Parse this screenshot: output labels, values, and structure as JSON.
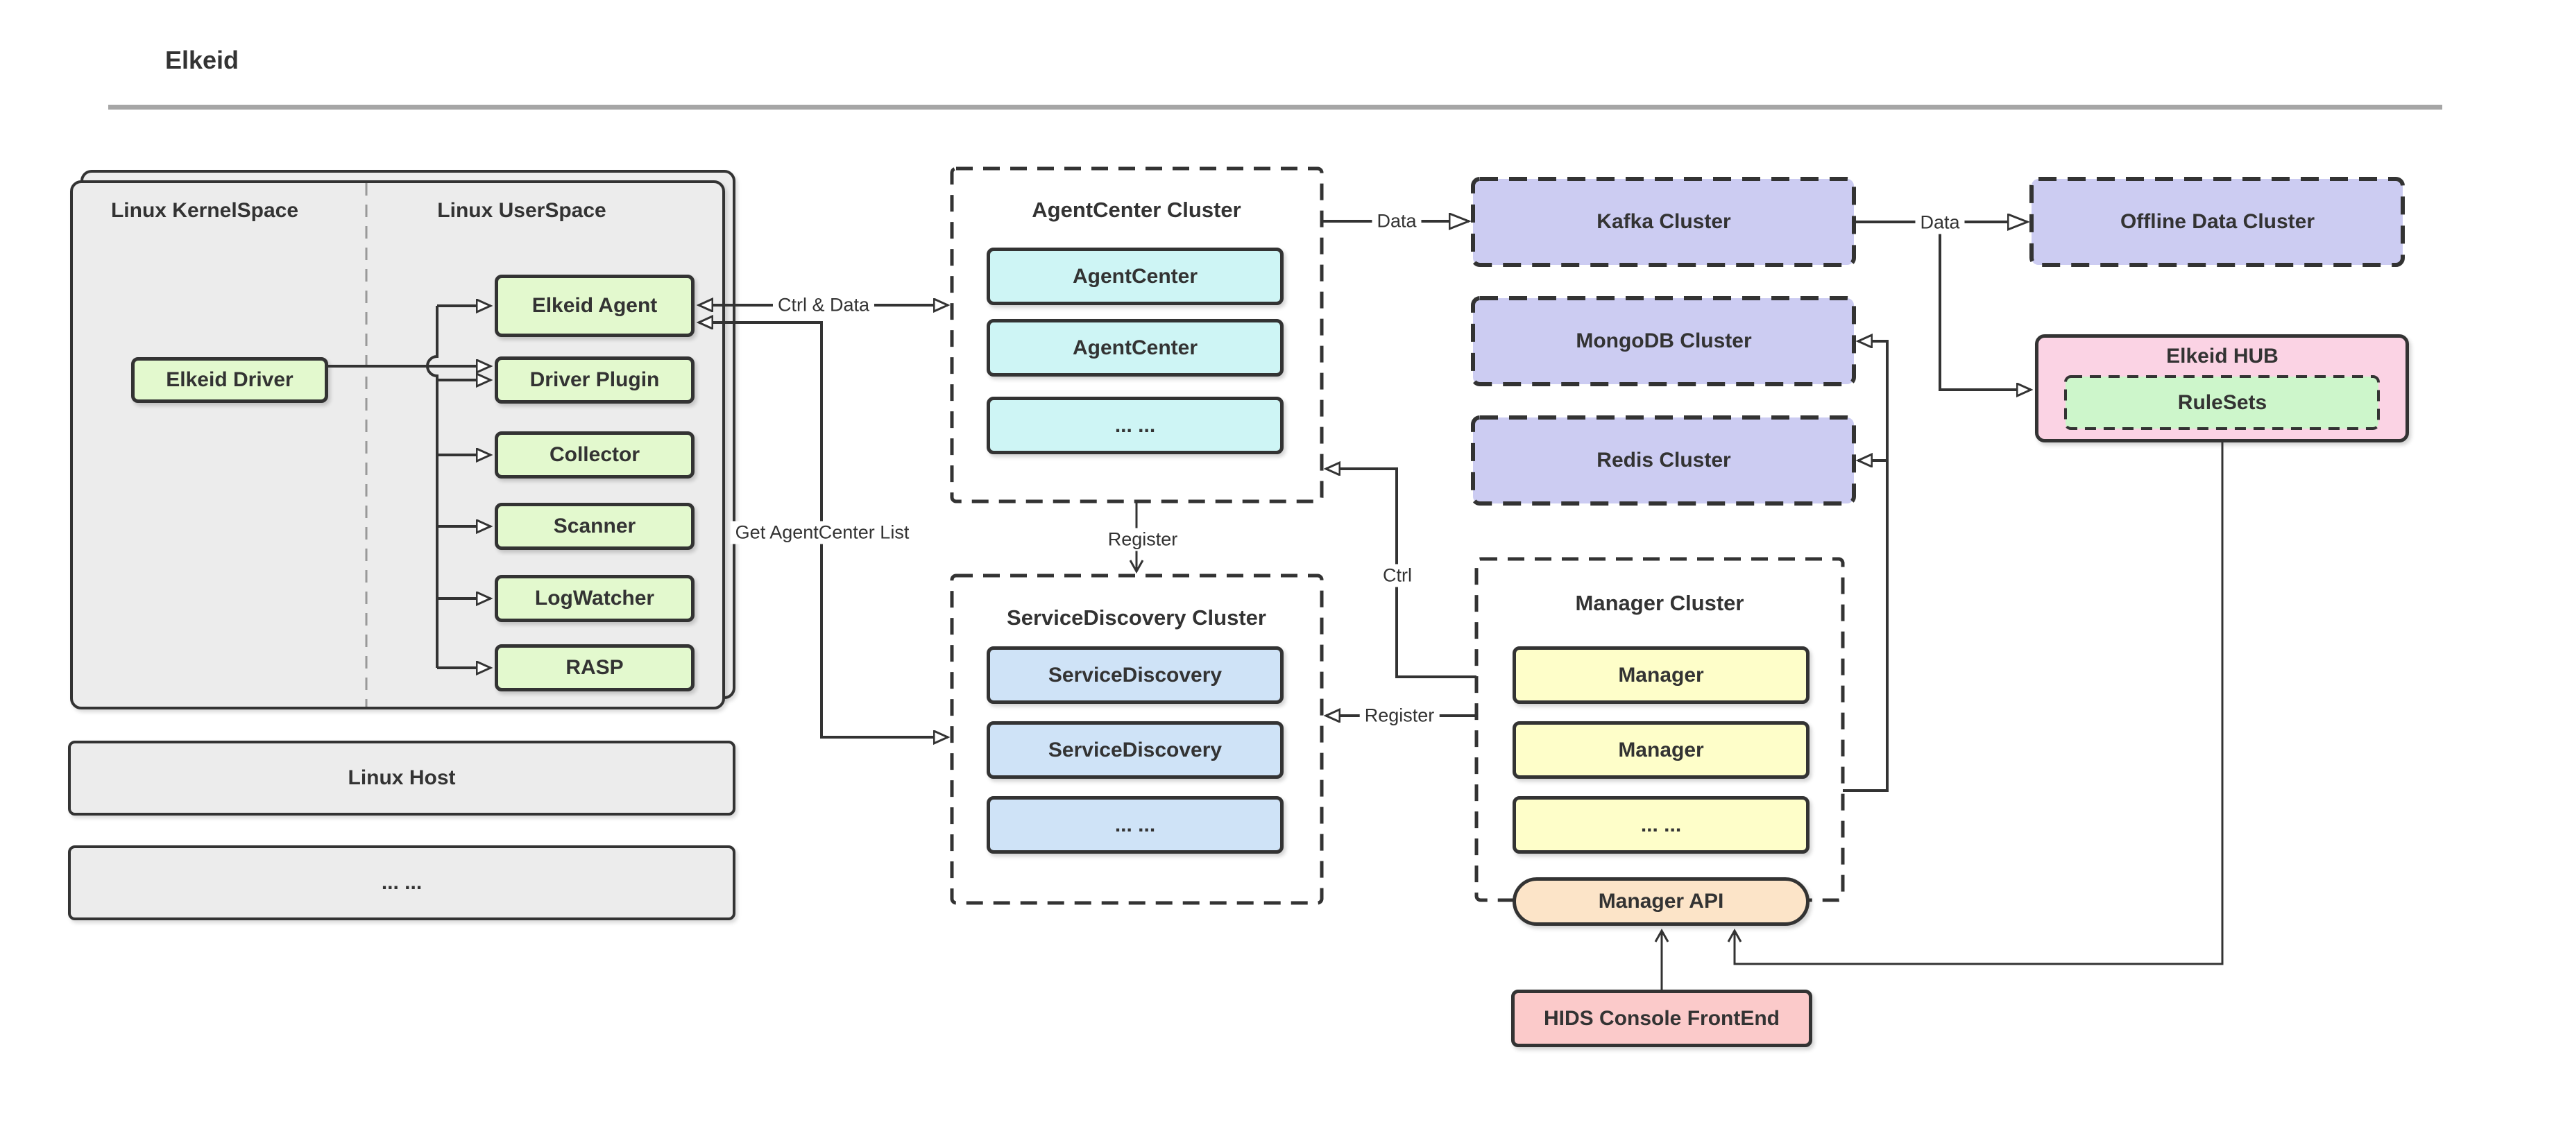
{
  "page": {
    "title": "Elkeid"
  },
  "host": {
    "kernel_label": "Linux KernelSpace",
    "user_label": "Linux UserSpace",
    "driver": "Elkeid Driver",
    "agent": "Elkeid Agent",
    "plugins": [
      "Driver Plugin",
      "Collector",
      "Scanner",
      "LogWatcher",
      "RASP"
    ],
    "host_bar": "Linux Host",
    "more_bar": "... ..."
  },
  "agent_center": {
    "title": "AgentCenter Cluster",
    "rows": [
      "AgentCenter",
      "AgentCenter",
      "... ..."
    ]
  },
  "service_discovery": {
    "title": "ServiceDiscovery Cluster",
    "rows": [
      "ServiceDiscovery",
      "ServiceDiscovery",
      "... ..."
    ]
  },
  "manager": {
    "title": "Manager Cluster",
    "rows": [
      "Manager",
      "Manager",
      "... ..."
    ],
    "api": "Manager API"
  },
  "data_stores": {
    "kafka": "Kafka Cluster",
    "mongodb": "MongoDB Cluster",
    "redis": "Redis Cluster",
    "offline": "Offline Data Cluster"
  },
  "hub": {
    "title": "Elkeid HUB",
    "rulesets": "RuleSets"
  },
  "frontend": {
    "console": "HIDS Console FrontEnd"
  },
  "edges": {
    "ctrl_and_data": "Ctrl & Data",
    "get_agentcenter_list": "Get AgentCenter List",
    "register_ac_to_sd": "Register",
    "register_mgr_to_sd": "Register",
    "ctrl": "Ctrl",
    "data_to_kafka": "Data",
    "data_to_offline": "Data"
  },
  "colors": {
    "ink": "#333333",
    "divider_gray": "#a6a6a6",
    "container_fill": "#ececec",
    "green": "#e3f9ce",
    "cyan": "#cef5f5",
    "blue": "#cfe3f7",
    "purple": "#ccccf2",
    "yellow": "#fefec9",
    "peach": "#fce4c8",
    "pink": "#fbd3e4",
    "rulesets_green": "#cdf6cb",
    "salmon": "#fbcaca"
  }
}
